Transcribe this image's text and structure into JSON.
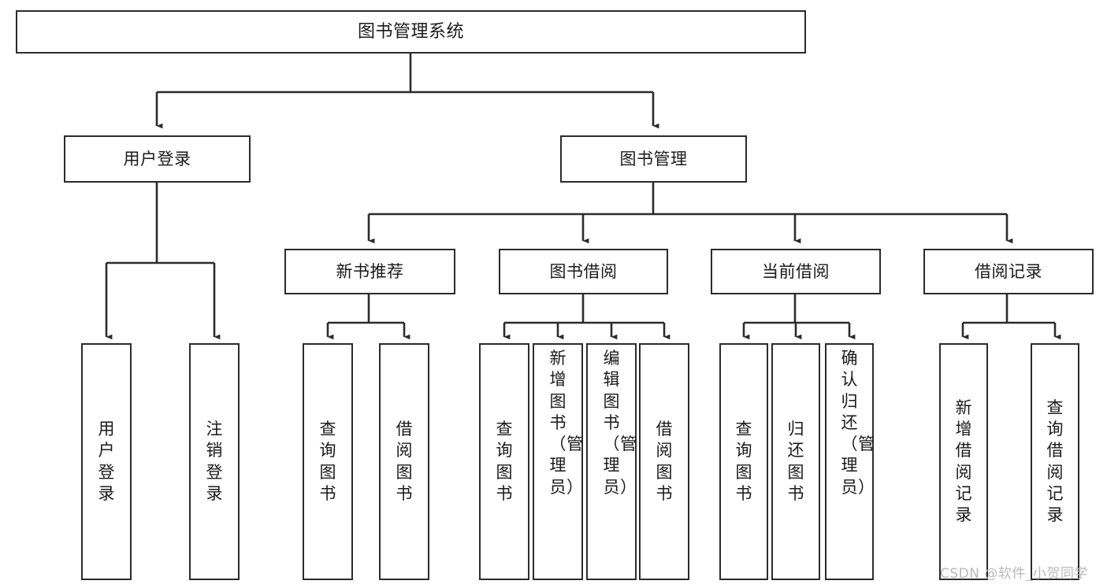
{
  "diagram": {
    "title": "图书管理系统",
    "type": "tree-hierarchy-chart",
    "root": {
      "label": "图书管理系统",
      "orientation": "horizontal"
    },
    "level2": [
      {
        "label": "用户登录",
        "orientation": "horizontal"
      },
      {
        "label": "图书管理",
        "orientation": "horizontal"
      }
    ],
    "level3": [
      {
        "label": "新书推荐",
        "orientation": "horizontal"
      },
      {
        "label": "图书借阅",
        "orientation": "horizontal"
      },
      {
        "label": "当前借阅",
        "orientation": "horizontal"
      },
      {
        "label": "借阅记录",
        "orientation": "horizontal"
      }
    ],
    "leaves": [
      {
        "label": "用户登录",
        "parent": "用户登录",
        "orientation": "vertical"
      },
      {
        "label": "注销登录",
        "parent": "用户登录",
        "orientation": "vertical"
      },
      {
        "label": "查询图书",
        "parent": "新书推荐",
        "orientation": "vertical"
      },
      {
        "label": "借阅图书",
        "parent": "新书推荐",
        "orientation": "vertical"
      },
      {
        "label": "查询图书",
        "parent": "图书借阅",
        "orientation": "vertical"
      },
      {
        "label": "新增图书（管理员）",
        "parent": "图书借阅",
        "orientation": "vertical"
      },
      {
        "label": "编辑图书（管理员）",
        "parent": "图书借阅",
        "orientation": "vertical"
      },
      {
        "label": "借阅图书",
        "parent": "图书借阅",
        "orientation": "vertical"
      },
      {
        "label": "查询图书",
        "parent": "当前借阅",
        "orientation": "vertical"
      },
      {
        "label": "归还图书",
        "parent": "当前借阅",
        "orientation": "vertical"
      },
      {
        "label": "确认归还（管理员）",
        "parent": "当前借阅",
        "orientation": "vertical"
      },
      {
        "label": "新增借阅记录",
        "parent": "借阅记录",
        "orientation": "vertical"
      },
      {
        "label": "查询借阅记录",
        "parent": "借阅记录",
        "orientation": "vertical"
      }
    ],
    "colors": {
      "border": "#2b2b2b",
      "background": "#ffffff",
      "text": "#1a1a1a",
      "edge": "#2b2b2b",
      "watermark": "#b9b9b9"
    }
  },
  "watermark": {
    "text": "CSDN @软件_小贺同学"
  }
}
